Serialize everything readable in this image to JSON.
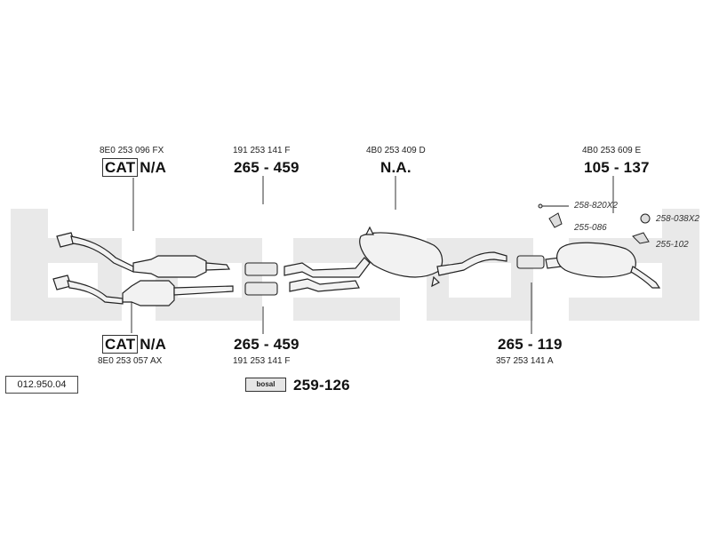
{
  "catalog_number": "012.950.04",
  "watermark": "bosal",
  "badge_text": "bosal",
  "parts": {
    "front_cat_upper": {
      "oem": "8E0 253 096 FX",
      "cat_box": "CAT",
      "number": "N/A"
    },
    "front_cat_lower": {
      "oem": "8E0 253 057 AX",
      "cat_box": "CAT",
      "number": "N/A"
    },
    "clamp_upper": {
      "oem": "191 253 141 F",
      "number": "265 - 459"
    },
    "clamp_lower": {
      "oem": "191 253 141 F",
      "number": "265 - 459"
    },
    "center_muffler": {
      "oem": "4B0 253 409 D",
      "number": "N.A."
    },
    "rear_muffler": {
      "oem": "4B0 253 609 E",
      "number": "105 - 137"
    },
    "rear_clamp": {
      "oem": "357 253 141 A",
      "number": "265 - 119"
    },
    "paste": {
      "number": "259-126"
    }
  },
  "accessories": {
    "bolt": "258-820X2",
    "hanger_a": "255-086",
    "nut": "258-038X2",
    "hanger_b": "255-102"
  }
}
